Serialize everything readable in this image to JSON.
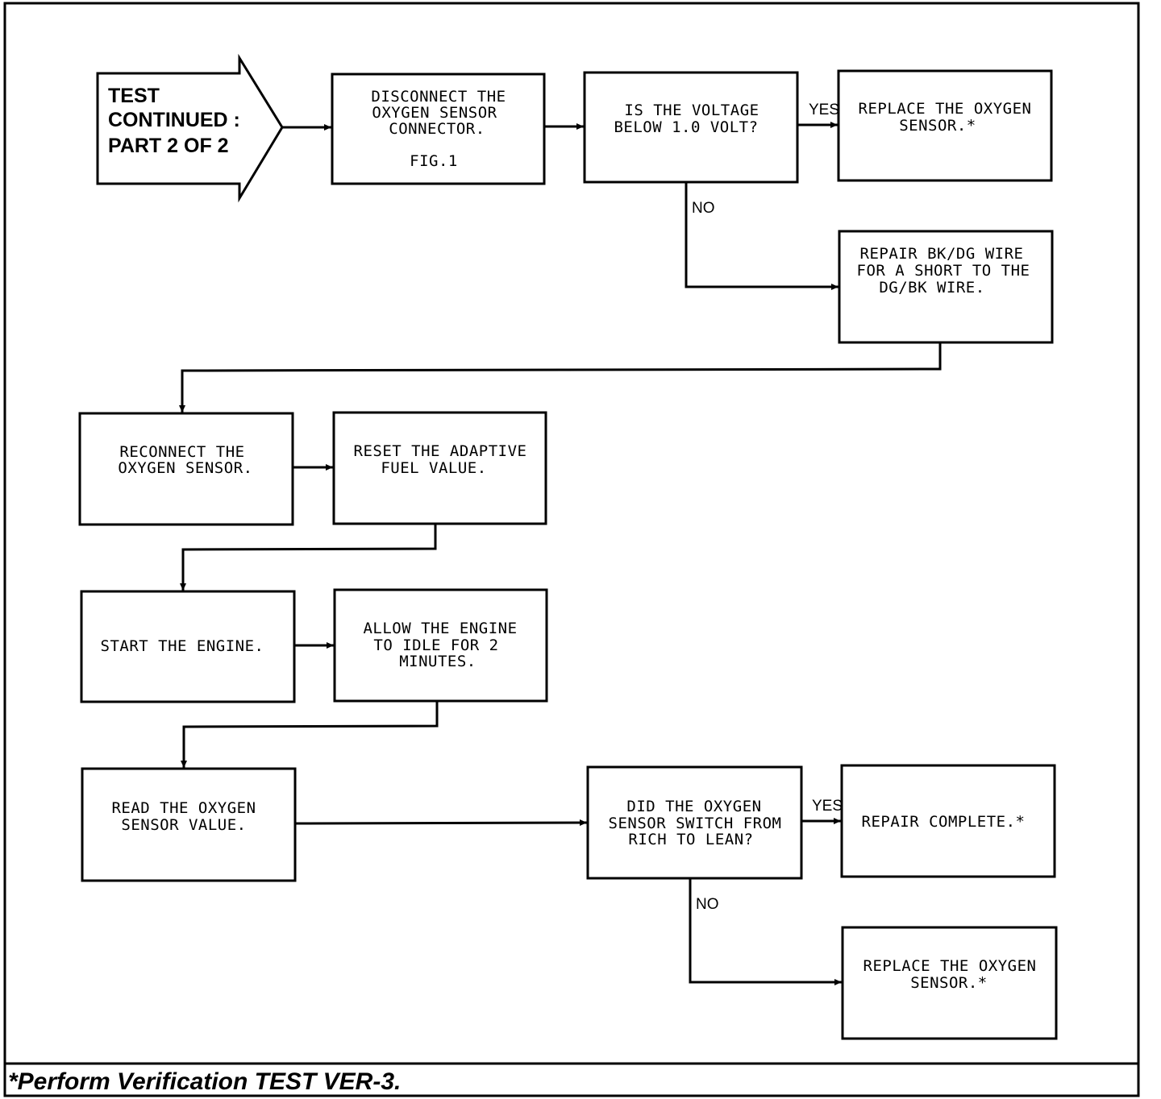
{
  "start": {
    "lines": [
      "TEST",
      "CONTINUED :",
      "PART 2 OF 2"
    ]
  },
  "boxes": {
    "disconnect": {
      "lines": [
        "DISCONNECT THE",
        "OXYGEN SENSOR",
        "CONNECTOR."
      ],
      "ref": "FIG.1"
    },
    "voltage_question": {
      "lines": [
        "IS THE VOLTAGE",
        "BELOW 1.0 VOLT?"
      ]
    },
    "replace_1": {
      "lines": [
        "REPLACE THE OXYGEN",
        "SENSOR.*"
      ]
    },
    "repair_wire": {
      "lines": [
        "REPAIR BK/DG WIRE",
        "FOR A SHORT TO THE",
        "DG/BK WIRE."
      ]
    },
    "reconnect": {
      "lines": [
        "RECONNECT THE",
        "OXYGEN SENSOR."
      ]
    },
    "reset": {
      "lines": [
        "RESET THE ADAPTIVE",
        "FUEL VALUE."
      ]
    },
    "start_engine": {
      "lines": [
        "START THE ENGINE."
      ]
    },
    "idle": {
      "lines": [
        "ALLOW THE ENGINE",
        "TO IDLE FOR 2",
        "MINUTES."
      ]
    },
    "read_sensor": {
      "lines": [
        "READ THE OXYGEN",
        "SENSOR VALUE."
      ]
    },
    "switch_question": {
      "lines": [
        "DID THE OXYGEN",
        "SENSOR SWITCH FROM",
        "RICH TO LEAN?"
      ]
    },
    "repair_complete": {
      "lines": [
        "REPAIR COMPLETE.*"
      ]
    },
    "replace_2": {
      "lines": [
        "REPLACE THE OXYGEN",
        "SENSOR.*"
      ]
    }
  },
  "labels": {
    "yes_1": "YES",
    "no_1": "NO",
    "yes_2": "YES",
    "no_2": "NO"
  },
  "footer": "*Perform Verification TEST VER-3."
}
